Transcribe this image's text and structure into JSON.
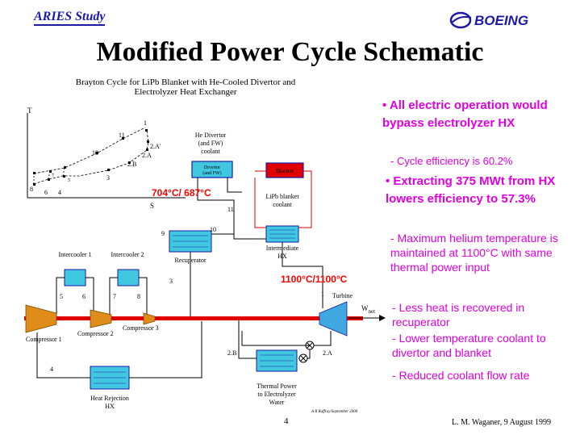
{
  "header": {
    "study_label": "ARIES  Study",
    "logo_text": "BOEING",
    "title": "Modified Power Cycle Schematic",
    "subtitle_line1": "Brayton Cycle for LiPb Blanket with He-Cooled Divertor and",
    "subtitle_line2": "Electrolyzer Heat Exchanger"
  },
  "ts_diagram": {
    "axis_t": "T",
    "axis_s": "S",
    "points": [
      "1",
      "2.A'",
      "2.A",
      "2.B",
      "3",
      "4",
      "5",
      "6",
      "7",
      "8",
      "10",
      "11"
    ]
  },
  "components": {
    "he_divertor": "He Divertor\n(and FW)\ncoolant",
    "divertor_box": "Divertor\n(and FW)",
    "blanket_box": "Blanket",
    "lipb_coolant": "LiPb blanket\ncoolant",
    "intermediate_hx": "Intermediate\nHX",
    "recuperator": "Recuperator",
    "intercooler1": "Intercooler 1",
    "intercooler2": "Intercooler 2",
    "compressor1": "Compressor 1",
    "compressor2": "Compressor 2",
    "compressor3": "Compressor 3",
    "turbine": "Turbine",
    "wnet": "W",
    "wnet_sub": "net",
    "heat_rejection": "Heat Rejection\nHX",
    "thermal_power": "Thermal Power\nto Electrolyzer\nWater"
  },
  "state_points": {
    "p1": "1",
    "p2a": "2.A",
    "p2b": "2.B",
    "p3": "3",
    "p4": "4",
    "p5": "5",
    "p6": "6",
    "p7": "7",
    "p8": "8",
    "p9": "9",
    "p10": "10",
    "p11": "11"
  },
  "temps": {
    "divertor_temp": "704°C/ 687°C",
    "turbine_temp": "1100°C/1100°C"
  },
  "bullets": {
    "b1": "• All electric operation would bypass electrolyzer HX",
    "b1_sub": "-  Cycle efficiency is 60.2%",
    "b2": "• Extracting 375 MWt from HX lowers efficiency to 57.3%",
    "b2_subs": [
      "- Maximum helium temperature is maintained at 1100°C with same thermal power input",
      "- Less heat is recovered in recuperator",
      "- Lower temperature coolant to divertor and blanket",
      "- Reduced coolant flow rate"
    ]
  },
  "footer": {
    "page_number": "4",
    "author": "L. M. Waganer, 9 August 1999",
    "footnote": "A R Raffray/September 2000"
  },
  "colors": {
    "heading_blue": "#1a1aa8",
    "bullet_magenta": "#e000e0",
    "pipe_red": "#e00000",
    "hx_cyan": "#40c8e0",
    "compressor_orange": "#e08c1a"
  }
}
